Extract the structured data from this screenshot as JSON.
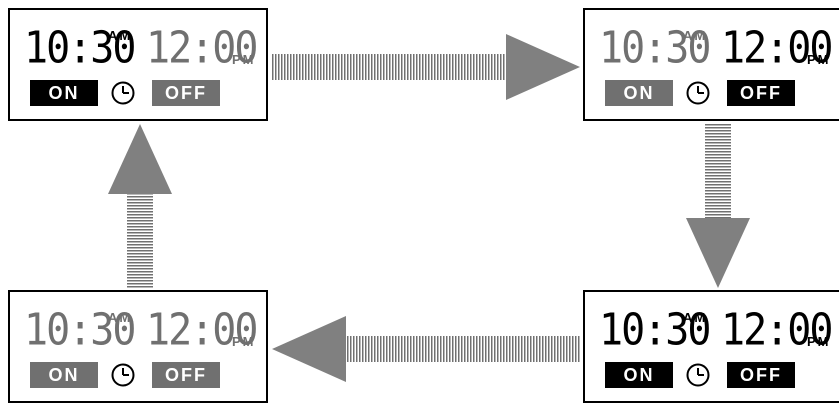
{
  "colors": {
    "active": "#000000",
    "dim": "#707070",
    "arrow": "#808080"
  },
  "panels": [
    {
      "id": "top-left",
      "time_on": "10:30",
      "am": "AM",
      "time_off": "12:00",
      "pm": "PM",
      "on": "ON",
      "off": "OFF",
      "time_on_state": "active",
      "time_off_state": "dim",
      "on_state": "active",
      "off_state": "dim"
    },
    {
      "id": "top-right",
      "time_on": "10:30",
      "am": "AM",
      "time_off": "12:00",
      "pm": "PM",
      "on": "ON",
      "off": "OFF",
      "time_on_state": "dim",
      "time_off_state": "active",
      "on_state": "dim",
      "off_state": "active"
    },
    {
      "id": "bottom-left",
      "time_on": "10:30",
      "am": "AM",
      "time_off": "12:00",
      "pm": "PM",
      "on": "ON",
      "off": "OFF",
      "time_on_state": "dim",
      "time_off_state": "dim",
      "on_state": "dim",
      "off_state": "dim"
    },
    {
      "id": "bottom-right",
      "time_on": "10:30",
      "am": "AM",
      "time_off": "12:00",
      "pm": "PM",
      "on": "ON",
      "off": "OFF",
      "time_on_state": "active",
      "time_off_state": "active",
      "on_state": "active",
      "off_state": "active"
    }
  ],
  "icons": {
    "clock": "clock-icon",
    "arrow": "arrow-icon"
  }
}
